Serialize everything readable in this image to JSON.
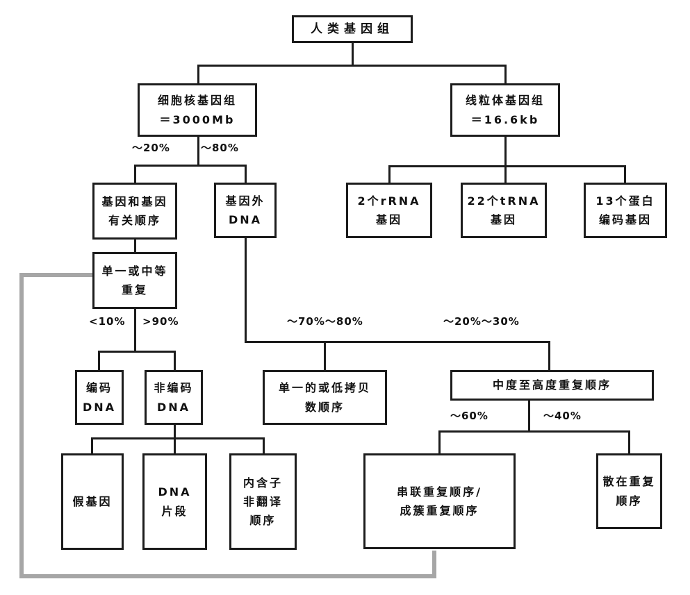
{
  "diagram": {
    "type": "flowchart",
    "subject": "人类基因组",
    "nodes": {
      "root": {
        "lines": [
          "人类基因组"
        ]
      },
      "nuclear": {
        "lines": [
          "细胞核基因组",
          "＝3000Mb"
        ]
      },
      "mito": {
        "lines": [
          "线粒体基因组",
          "＝16.6kb"
        ]
      },
      "gene_related": {
        "lines": [
          "基因和基因",
          "有关顺序"
        ]
      },
      "extragenic": {
        "lines": [
          "基因外",
          "DNA"
        ]
      },
      "rrna": {
        "lines": [
          "2个rRNA",
          "基因"
        ]
      },
      "trna": {
        "lines": [
          "22个tRNA",
          "基因"
        ]
      },
      "protein": {
        "lines": [
          "13个蛋白",
          "编码基因"
        ]
      },
      "single_moderate": {
        "lines": [
          "单一或中等",
          "重复"
        ]
      },
      "coding": {
        "lines": [
          "编码",
          "DNA"
        ]
      },
      "noncoding": {
        "lines": [
          "非编码",
          "DNA"
        ]
      },
      "low_copy": {
        "lines": [
          "单一的或低拷贝",
          "数顺序"
        ]
      },
      "mid_high": {
        "lines": [
          "中度至高度重复顺序"
        ]
      },
      "pseudogene": {
        "lines": [
          "假基因"
        ]
      },
      "dna_fragment": {
        "lines": [
          "DNA",
          "片段"
        ]
      },
      "intron": {
        "lines": [
          "内含子",
          "非翻译",
          "顺序"
        ]
      },
      "tandem": {
        "lines": [
          "串联重复顺序/",
          "成簇重复顺序"
        ]
      },
      "interspersed": {
        "lines": [
          "散在重复",
          "顺序"
        ]
      }
    },
    "edge_labels": {
      "p20": "～20%",
      "p80": "～80%",
      "lt10": "<10%",
      "gt90": ">90%",
      "p70_80": "～70%～80%",
      "p20_30": "～20%～30%",
      "p60": "～60%",
      "p40": "～40%"
    },
    "colors": {
      "line": "#1c1c1c",
      "loop_line": "#a6a6a6",
      "box_border": "#1c1c1c",
      "background": "#ffffff"
    }
  }
}
